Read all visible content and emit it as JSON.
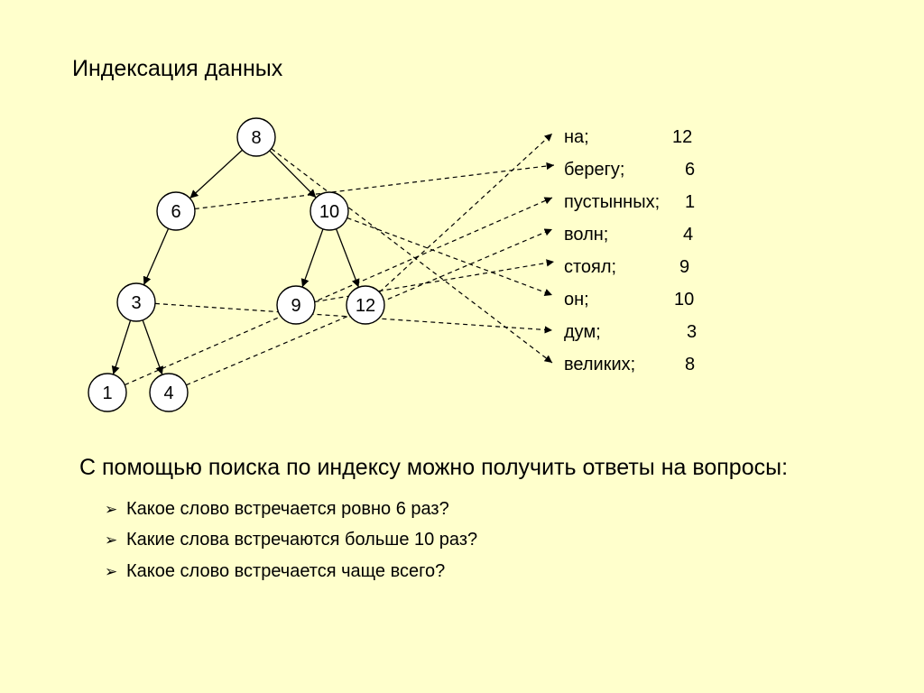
{
  "title": "Индексация данных",
  "tree_nodes": [
    {
      "id": "n8",
      "label": "8"
    },
    {
      "id": "n6",
      "label": "6"
    },
    {
      "id": "n10",
      "label": "10"
    },
    {
      "id": "n3",
      "label": "3"
    },
    {
      "id": "n9",
      "label": "9"
    },
    {
      "id": "n12",
      "label": "12"
    },
    {
      "id": "n1",
      "label": "1"
    },
    {
      "id": "n4",
      "label": "4"
    }
  ],
  "tree_edges": [
    [
      "n8",
      "n6"
    ],
    [
      "n8",
      "n10"
    ],
    [
      "n6",
      "n3"
    ],
    [
      "n10",
      "n9"
    ],
    [
      "n10",
      "n12"
    ],
    [
      "n3",
      "n1"
    ],
    [
      "n3",
      "n4"
    ]
  ],
  "index_entries": [
    {
      "word": "на;",
      "count": "12"
    },
    {
      "word": "берегу;",
      "count": "6"
    },
    {
      "word": "пустынных;",
      "count": "1"
    },
    {
      "word": "волн;",
      "count": "4"
    },
    {
      "word": "стоял;",
      "count": "9"
    },
    {
      "word": "он;",
      "count": "10"
    },
    {
      "word": "дум;",
      "count": "3"
    },
    {
      "word": "великих;",
      "count": "8"
    }
  ],
  "pointer_links": [
    [
      "n8",
      7
    ],
    [
      "n6",
      1
    ],
    [
      "n10",
      5
    ],
    [
      "n3",
      6
    ],
    [
      "n9",
      4
    ],
    [
      "n12",
      0
    ],
    [
      "n1",
      2
    ],
    [
      "n4",
      3
    ]
  ],
  "questions_intro": "С помощью поиска по индексу можно получить ответы на вопросы:",
  "questions": [
    "Какое слово встречается ровно 6 раз?",
    "Какие слова встречаются больше 10 раз?",
    "Какое слово встречается чаще всего?"
  ],
  "bullet_glyph": "➢"
}
